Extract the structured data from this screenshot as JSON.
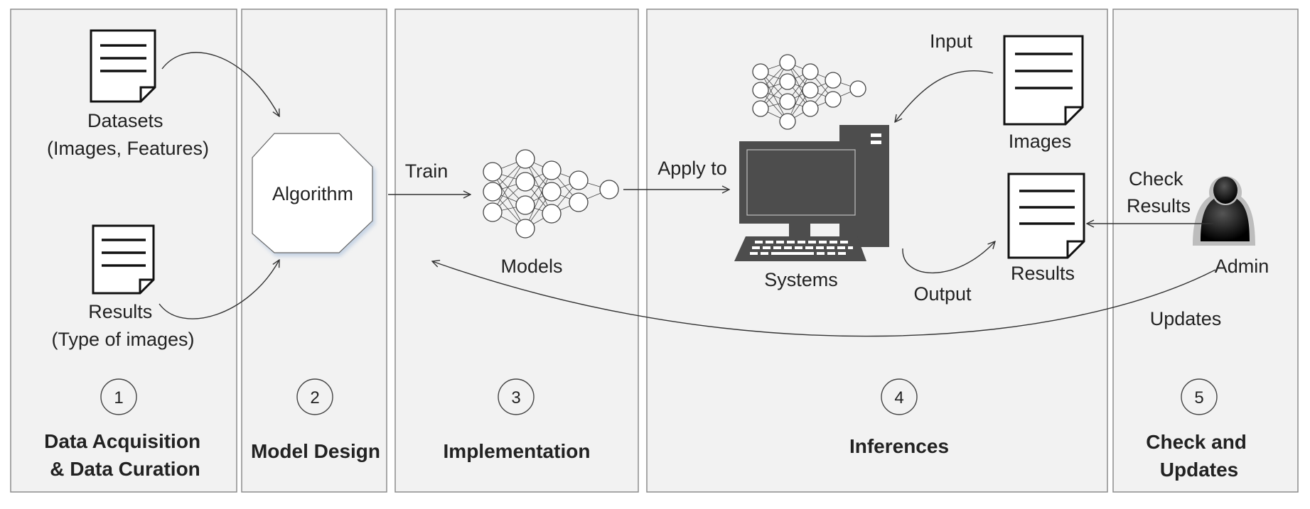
{
  "stages": [
    {
      "number": "1",
      "title_line1": "Data Acquisition",
      "title_line2": "& Data Curation"
    },
    {
      "number": "2",
      "title_line1": "Model Design"
    },
    {
      "number": "3",
      "title_line1": "Implementation"
    },
    {
      "number": "4",
      "title_line1": "Inferences"
    },
    {
      "number": "5",
      "title_line1": "Check and",
      "title_line2": "Updates"
    }
  ],
  "nodes": {
    "datasets": {
      "line1": "Datasets",
      "line2": "(Images, Features)"
    },
    "results_input": {
      "line1": "Results",
      "line2": "(Type of images)"
    },
    "algorithm": {
      "label": "Algorithm"
    },
    "models": {
      "label": "Models"
    },
    "systems": {
      "label": "Systems"
    },
    "images": {
      "label": "Images"
    },
    "results_output": {
      "label": "Results"
    },
    "admin": {
      "label": "Admin"
    }
  },
  "edges": {
    "train": "Train",
    "apply_to": "Apply to",
    "input": "Input",
    "output": "Output",
    "check_results_line1": "Check",
    "check_results_line2": "Results",
    "updates": "Updates"
  },
  "colors": {
    "panel_fill": "#f2f2f2",
    "panel_border": "#8c8c8c",
    "computer": "#4d4d4d",
    "ink": "#222222"
  }
}
